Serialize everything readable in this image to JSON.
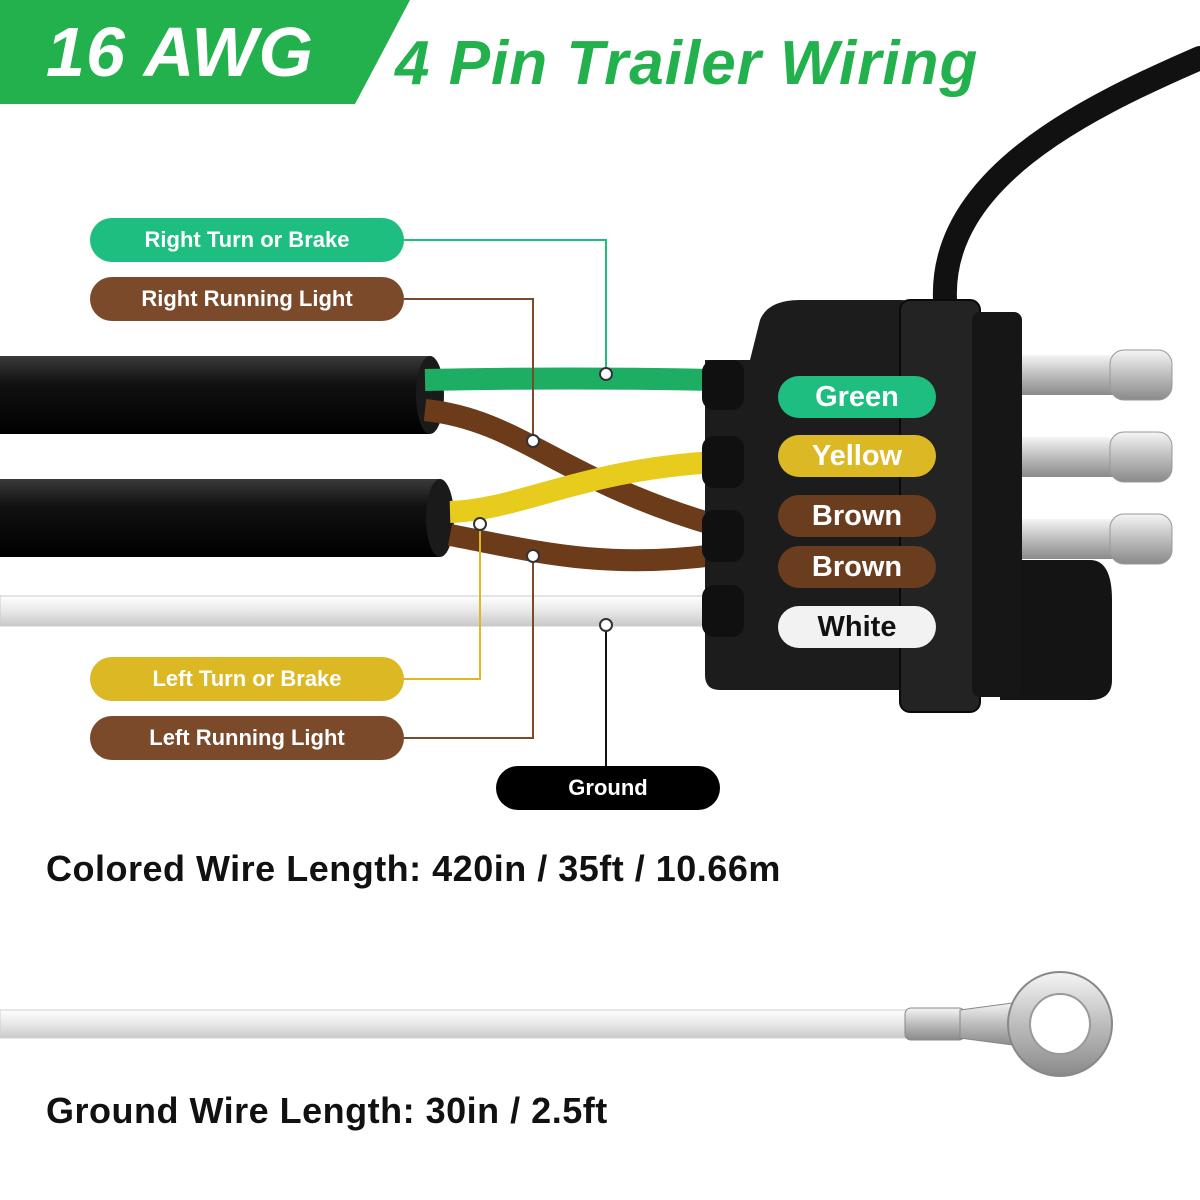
{
  "header": {
    "badge": "16 AWG",
    "title": "4 Pin Trailer Wiring"
  },
  "function_labels": {
    "right_turn": "Right Turn or Brake",
    "right_running": "Right Running Light",
    "left_turn": "Left Turn or Brake",
    "left_running": "Left Running Light",
    "ground": "Ground"
  },
  "connector_labels": [
    "Green",
    "Yellow",
    "Brown",
    "Brown",
    "White"
  ],
  "specs": {
    "colored_wire_length": "Colored Wire Length: 420in / 35ft / 10.66m",
    "ground_wire_length": "Ground Wire Length: 30in / 2.5ft"
  },
  "colors": {
    "brand_green": "#22b14c",
    "wire_green": "#1dbe80",
    "wire_brown": "#7a4a2a",
    "wire_yellow": "#dcb824",
    "wire_white": "#f2f2f2",
    "jacket_black": "#111111"
  },
  "icons": {
    "ring_terminal": "ring-terminal-icon",
    "pin_terminals": "bullet-pin-icon"
  }
}
